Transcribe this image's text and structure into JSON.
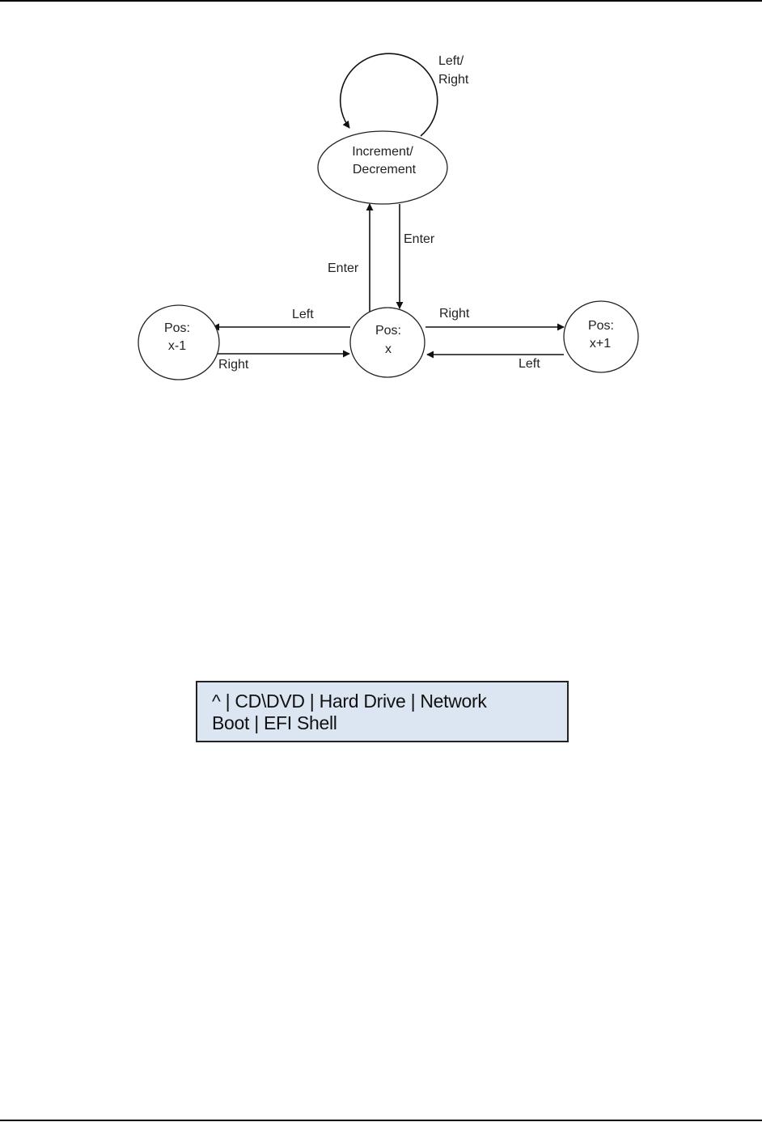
{
  "diagram": {
    "type": "state-transition",
    "nodes": [
      {
        "id": "incdec",
        "lines": [
          "Increment/",
          "Decrement"
        ]
      },
      {
        "id": "pos_prev",
        "lines": [
          "Pos:",
          "x-1"
        ]
      },
      {
        "id": "pos_cur",
        "lines": [
          "Pos:",
          "x"
        ]
      },
      {
        "id": "pos_next",
        "lines": [
          "Pos:",
          "x+1"
        ]
      }
    ],
    "edges": [
      {
        "from": "incdec",
        "to": "incdec",
        "lines": [
          "Left/",
          "Right"
        ]
      },
      {
        "from": "incdec",
        "to": "pos_cur",
        "lines": [
          "Enter"
        ]
      },
      {
        "from": "pos_cur",
        "to": "incdec",
        "lines": [
          "Enter"
        ]
      },
      {
        "from": "pos_cur",
        "to": "pos_prev",
        "lines": [
          "Left"
        ]
      },
      {
        "from": "pos_prev",
        "to": "pos_cur",
        "lines": [
          "Right"
        ]
      },
      {
        "from": "pos_cur",
        "to": "pos_next",
        "lines": [
          "Right"
        ]
      },
      {
        "from": "pos_next",
        "to": "pos_cur",
        "lines": [
          "Left"
        ]
      }
    ]
  },
  "boot_menu": {
    "lines": [
      "^ | CD\\DVD | Hard Drive | Network",
      "Boot | EFI Shell"
    ],
    "background": "#dce6f2"
  }
}
